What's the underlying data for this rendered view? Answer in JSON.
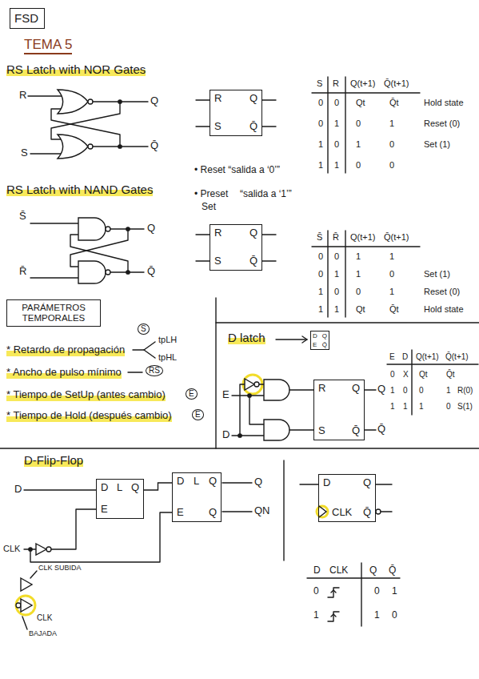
{
  "diagram": {
    "nodes": [
      {
        "text": [
          "FSD"
        ]
      },
      {
        "text": [
          "R",
          "Q",
          "S",
          "Q̄"
        ]
      },
      {
        "text": [
          "R",
          "Q",
          "S",
          "Q̄"
        ]
      },
      {
        "text": [
          "PARÁMETROS TEMPORALES"
        ]
      },
      {
        "text": [
          "D",
          "Q",
          "E",
          "Q̄"
        ]
      },
      {
        "text": [
          "R",
          "Q",
          "S",
          "Q̄"
        ]
      },
      {
        "text": [
          "D",
          "L",
          "Q",
          "E"
        ]
      },
      {
        "text": [
          "D",
          "L",
          "Q",
          "E",
          "Q"
        ]
      },
      {
        "text": [
          "D",
          "Q",
          "CLK",
          "Q̄"
        ]
      }
    ],
    "edges": [
      {
        "from": 6,
        "to": 7,
        "arrow": "none"
      }
    ],
    "labels": [
      "TEMA 5",
      "RS Latch with NOR Gates",
      "R",
      "Q",
      "S",
      "Q̄",
      "S",
      "R",
      "Q(t+1)",
      "Q̄(t+1)",
      "0",
      "0",
      "Qt",
      "Q̄t",
      "Hold state",
      "0",
      "1",
      "0",
      "1",
      "Reset (0)",
      "1",
      "0",
      "1",
      "0",
      "Set (1)",
      "1",
      "1",
      "0",
      "0",
      "• Reset “salida a ‘0’”",
      "• Preset",
      "Set",
      "“salida a ‘1’”",
      "RS Latch with NAND Gates",
      "S̄",
      "Q",
      "R̄",
      "Q̄",
      "S̄",
      "R̄",
      "Q(t+1)",
      "Q̄(t+1)",
      "0",
      "0",
      "1",
      "1",
      "0",
      "1",
      "1",
      "0",
      "Set (1)",
      "1",
      "0",
      "0",
      "1",
      "Reset (0)",
      "1",
      "1",
      "Qt",
      "Q̄t",
      "Hold state",
      "* Retardo de propagación",
      "S",
      "tpLH",
      "tpHL",
      "* Ancho de pulso mínimo",
      "RS",
      "* Tiempo de SetUp (antes cambio)",
      "E",
      "* Tiempo de Hold (después cambio)",
      "E",
      "D latch",
      "E",
      "D",
      "Q",
      "Q̄",
      "E",
      "D",
      "Q(t+1)",
      "Q̄(t+1)",
      "0",
      "X",
      "Qt",
      "Q̄t",
      "1",
      "0",
      "0",
      "1",
      "R(0)",
      "1",
      "1",
      "1",
      "0",
      "S(1)",
      "D-Flip-Flop",
      "D",
      "CLK",
      "Q",
      "QN",
      "CLK SUBIDA",
      "CLK",
      "BAJADA",
      "D",
      "CLK",
      "Q",
      "Q̄",
      "0",
      "0",
      "1",
      "1",
      "1",
      "0"
    ]
  }
}
